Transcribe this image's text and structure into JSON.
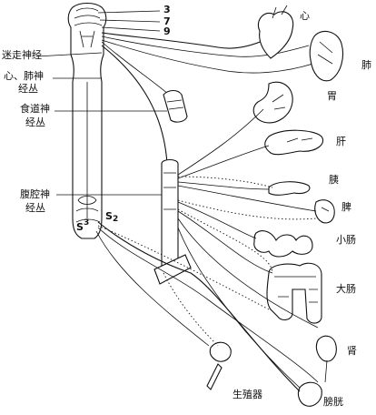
{
  "segments": {
    "upper": [
      "3",
      "7",
      "9"
    ],
    "sacral": [
      "S",
      "2",
      "S",
      "3"
    ]
  },
  "labels": {
    "vagus_nerve": "迷走神经",
    "cardiac_pulmonary_plexus_1": "心、肺神",
    "cardiac_pulmonary_plexus_2": "经丛",
    "esophageal_plexus_1": "食道神",
    "esophageal_plexus_2": "经丛",
    "celiac_plexus_1": "腹腔神",
    "celiac_plexus_2": "经丛"
  },
  "organs": {
    "heart": "心",
    "lung": "肺",
    "stomach": "胃",
    "liver": "肝",
    "pancreas": "胰",
    "spleen": "脾",
    "small_intestine": "小肠",
    "large_intestine": "大肠",
    "kidney": "肾",
    "genital": "生殖器",
    "bladder": "膀胱"
  }
}
